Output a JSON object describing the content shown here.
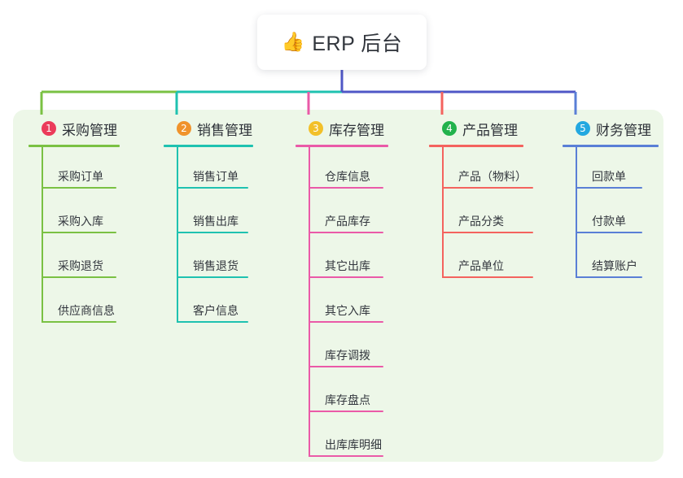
{
  "root": {
    "icon": "thumbs-up-icon",
    "emoji": "👍",
    "title": "ERP 后台"
  },
  "palette": {
    "panel_bg": "#edf7e8",
    "root_card_bg": "#ffffff",
    "root_connector": "#4f57c6",
    "green": "#7ac143",
    "teal": "#1fc2b0",
    "pink": "#ea5aa8",
    "red": "#f4635e",
    "blue": "#5a7fd6",
    "badge_1": "#eb3b5a",
    "badge_2": "#f0932b",
    "badge_3": "#f2c029",
    "badge_4": "#22b24c",
    "badge_5": "#23a8e0",
    "text": "#2d3138"
  },
  "columns": [
    {
      "number": "1",
      "badge_glyph": "❶",
      "title": "采购管理",
      "color": "#7ac143",
      "badge_color": "#eb3b5a",
      "items": [
        {
          "label": "采购订单"
        },
        {
          "label": "采购入库"
        },
        {
          "label": "采购退货"
        },
        {
          "label": "供应商信息"
        }
      ]
    },
    {
      "number": "2",
      "badge_glyph": "❷",
      "title": "销售管理",
      "color": "#1fc2b0",
      "badge_color": "#f0932b",
      "items": [
        {
          "label": "销售订单"
        },
        {
          "label": "销售出库"
        },
        {
          "label": "销售退货"
        },
        {
          "label": "客户信息"
        }
      ]
    },
    {
      "number": "3",
      "badge_glyph": "❸",
      "title": "库存管理",
      "color": "#ea5aa8",
      "badge_color": "#f2c029",
      "items": [
        {
          "label": "仓库信息"
        },
        {
          "label": "产品库存"
        },
        {
          "label": "其它出库"
        },
        {
          "label": "其它入库"
        },
        {
          "label": "库存调拨"
        },
        {
          "label": "库存盘点"
        },
        {
          "label": "出库库明细"
        }
      ]
    },
    {
      "number": "4",
      "badge_glyph": "❹",
      "title": "产品管理",
      "color": "#f4635e",
      "badge_color": "#22b24c",
      "items": [
        {
          "label": "产品（物料）"
        },
        {
          "label": "产品分类"
        },
        {
          "label": "产品单位"
        }
      ]
    },
    {
      "number": "5",
      "badge_glyph": "❺",
      "title": "财务管理",
      "color": "#5a7fd6",
      "badge_color": "#23a8e0",
      "items": [
        {
          "label": "回款单"
        },
        {
          "label": "付款单"
        },
        {
          "label": "结算账户"
        }
      ]
    }
  ]
}
